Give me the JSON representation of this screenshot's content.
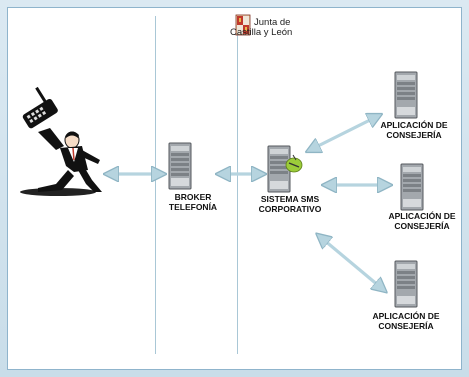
{
  "logo": {
    "line1": "Junta de",
    "line2": "Castilla y León"
  },
  "nodes": {
    "broker": {
      "line1": "BROKER",
      "line2": "TELEFONÍA"
    },
    "sms": {
      "line1": "SISTEMA SMS",
      "line2": "CORPORATIVO"
    },
    "app_top": {
      "line1": "APLICACIÓN DE",
      "line2": "CONSEJERÍA"
    },
    "app_mid": {
      "line1": "APLICACIÓN DE",
      "line2": "CONSEJERÍA"
    },
    "app_bottom": {
      "line1": "APLICACIÓN DE",
      "line2": "CONSEJERÍA"
    }
  },
  "colors": {
    "arrow": "#b6d4df",
    "arrow_stroke": "#8fb5c4",
    "server": "#9aa0a6",
    "frame_border": "#8fb4cc"
  }
}
